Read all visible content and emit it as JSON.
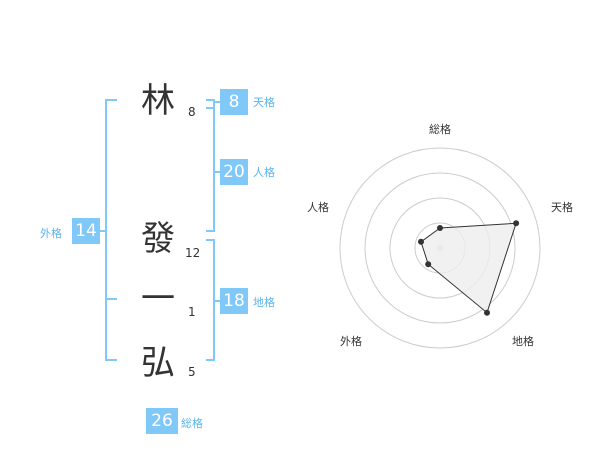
{
  "name": {
    "chars": [
      {
        "char": "林",
        "strokes": "8"
      },
      {
        "char": "發",
        "strokes": "12"
      },
      {
        "char": "一",
        "strokes": "1"
      },
      {
        "char": "弘",
        "strokes": "5"
      }
    ]
  },
  "kaku": {
    "tenkaku": {
      "value": "8",
      "label": "天格"
    },
    "jinkaku": {
      "value": "20",
      "label": "人格"
    },
    "chikaku": {
      "value": "18",
      "label": "地格"
    },
    "gaikaku": {
      "value": "14",
      "label": "外格"
    },
    "soukaku": {
      "value": "26",
      "label": "総格"
    }
  },
  "chart_data": {
    "type": "radar",
    "axes": [
      "総格",
      "天格",
      "地格",
      "外格",
      "人格"
    ],
    "values": [
      1,
      4,
      4,
      1,
      1
    ],
    "rmax": 5,
    "rings": 4,
    "colors": {
      "ring": "#cccccc",
      "fill": "#eeeeee",
      "line": "#333333",
      "point": "#333333"
    }
  }
}
